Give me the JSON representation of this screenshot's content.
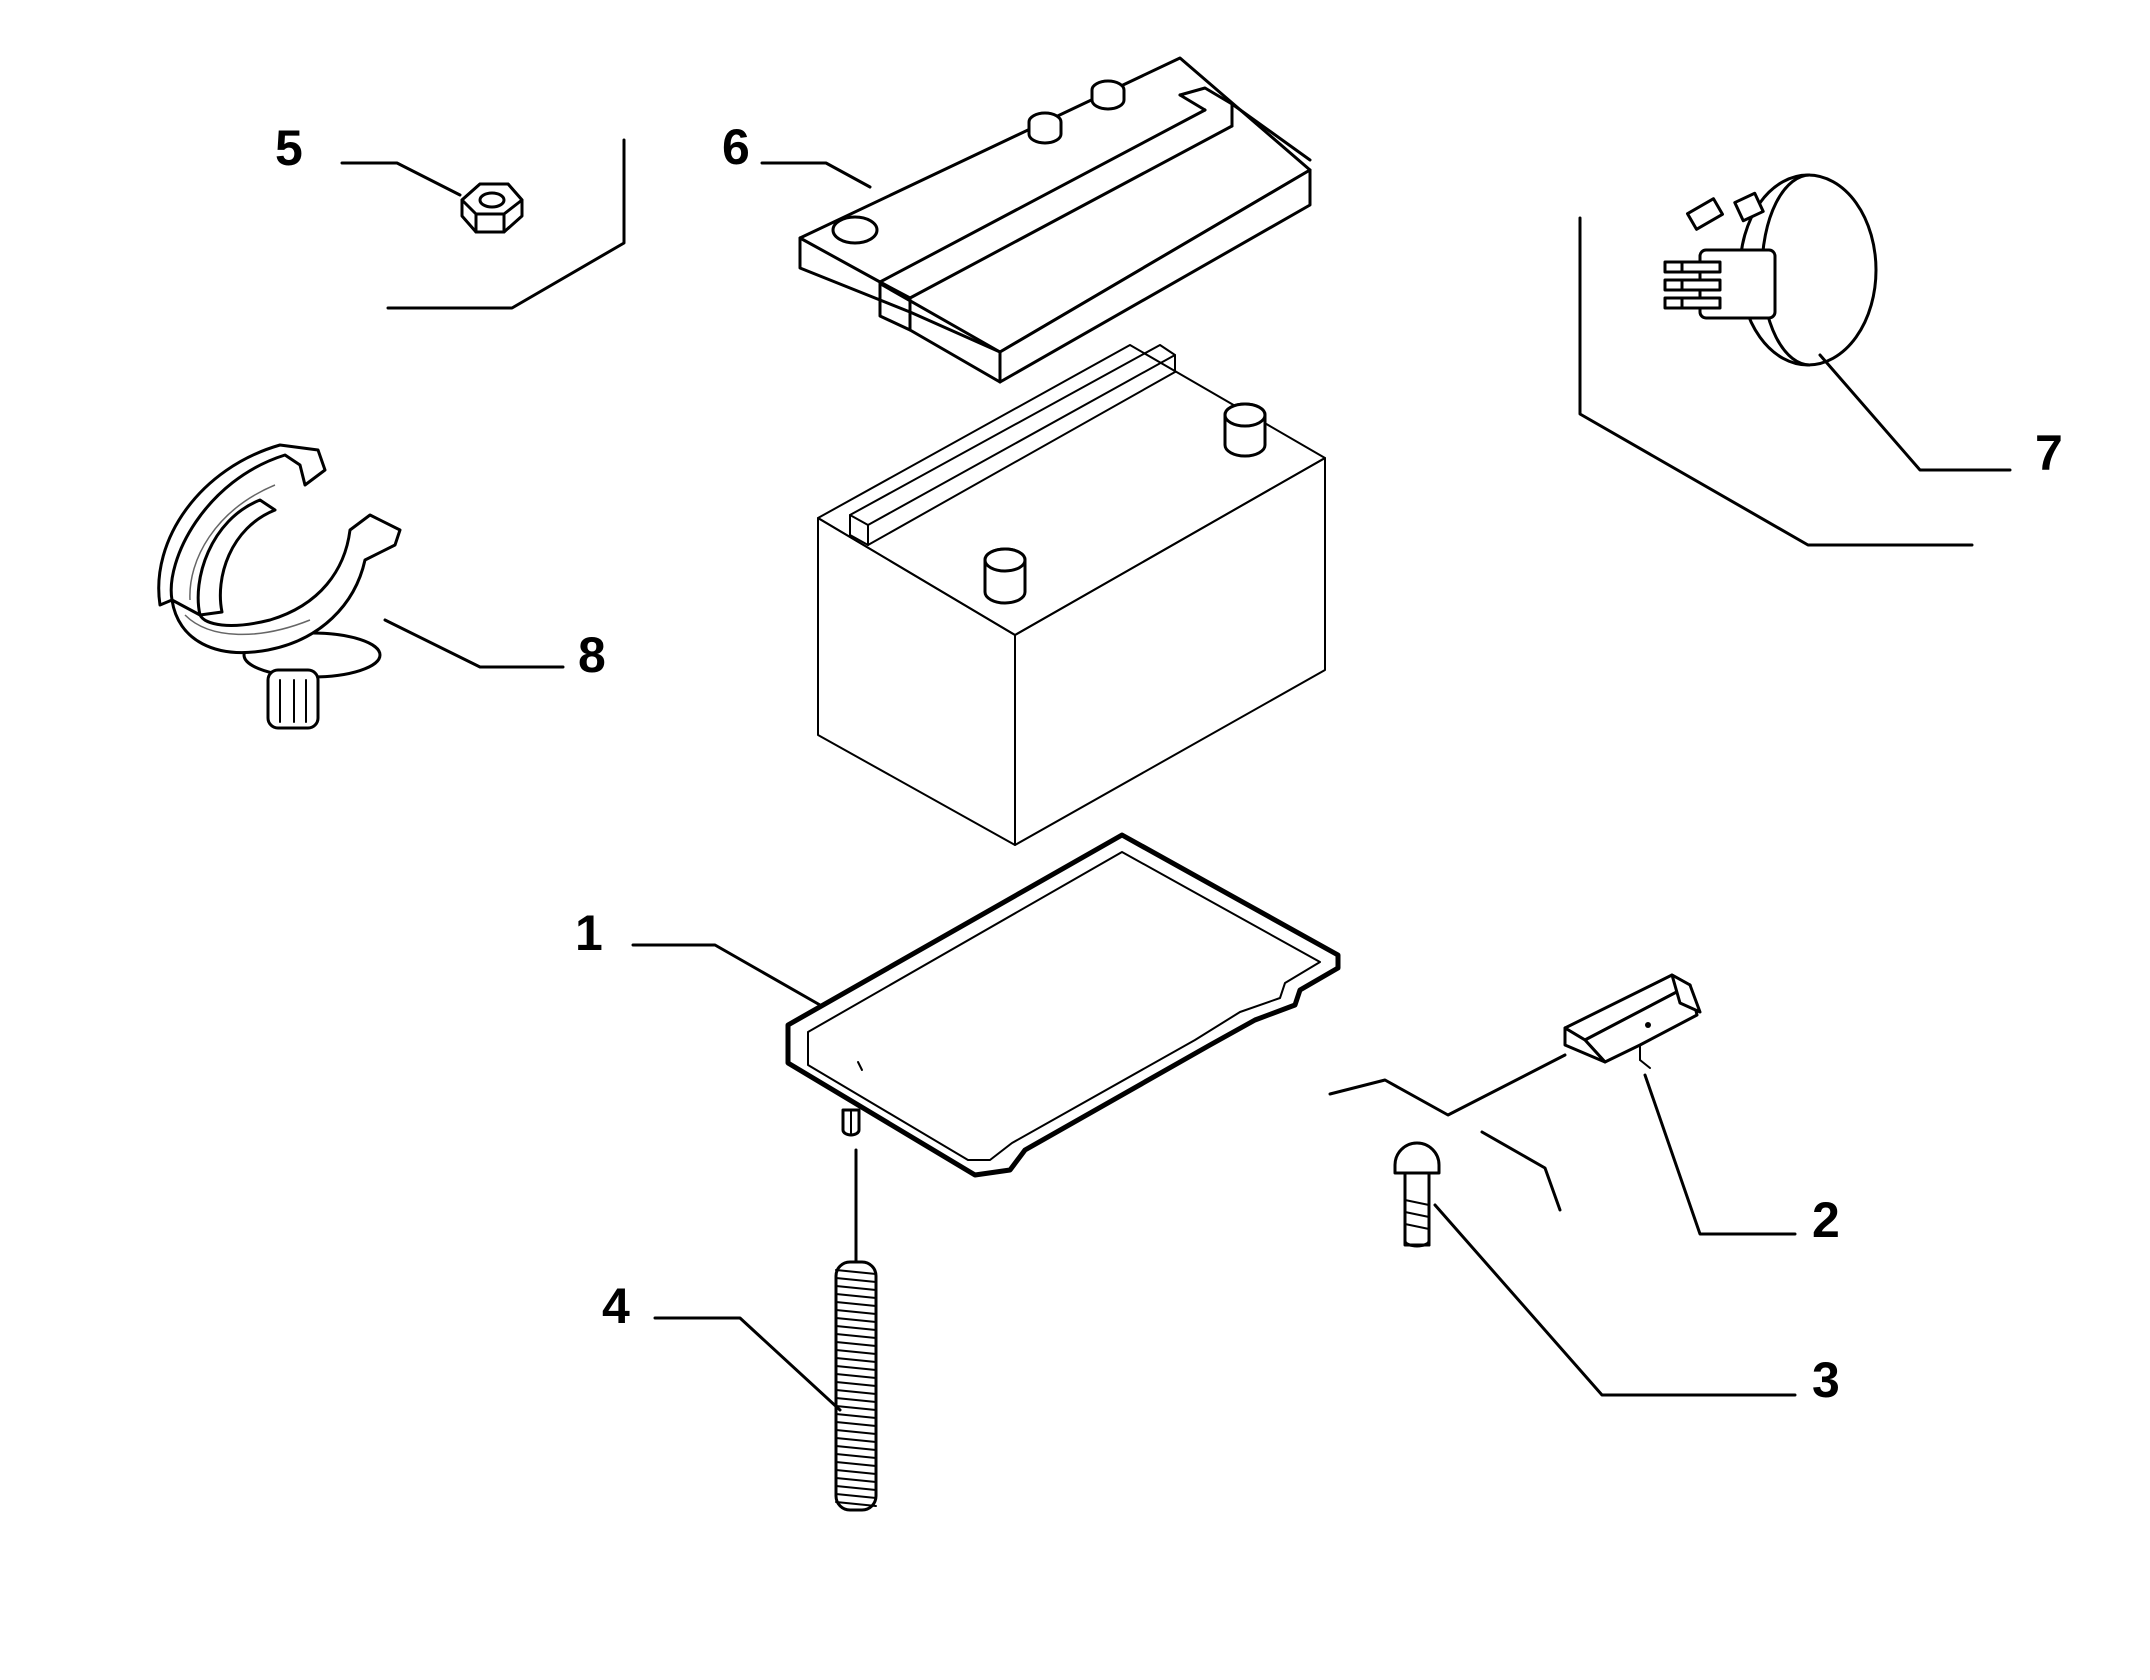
{
  "labels": {
    "p1": "1",
    "p2": "2",
    "p3": "3",
    "p4": "4",
    "p5": "5",
    "p6": "6",
    "p7": "7",
    "p8": "8"
  },
  "parts": [
    {
      "number": "1",
      "icon": "battery-tray-icon"
    },
    {
      "number": "2",
      "icon": "clamp-bracket-icon"
    },
    {
      "number": "3",
      "icon": "bolt-icon"
    },
    {
      "number": "4",
      "icon": "threaded-stud-icon"
    },
    {
      "number": "5",
      "icon": "hex-nut-icon"
    },
    {
      "number": "6",
      "icon": "battery-cover-icon"
    },
    {
      "number": "7",
      "icon": "connector-plug-icon"
    },
    {
      "number": "8",
      "icon": "cable-clip-icon"
    }
  ],
  "colors": {
    "line": "#000000",
    "background": "#ffffff"
  }
}
